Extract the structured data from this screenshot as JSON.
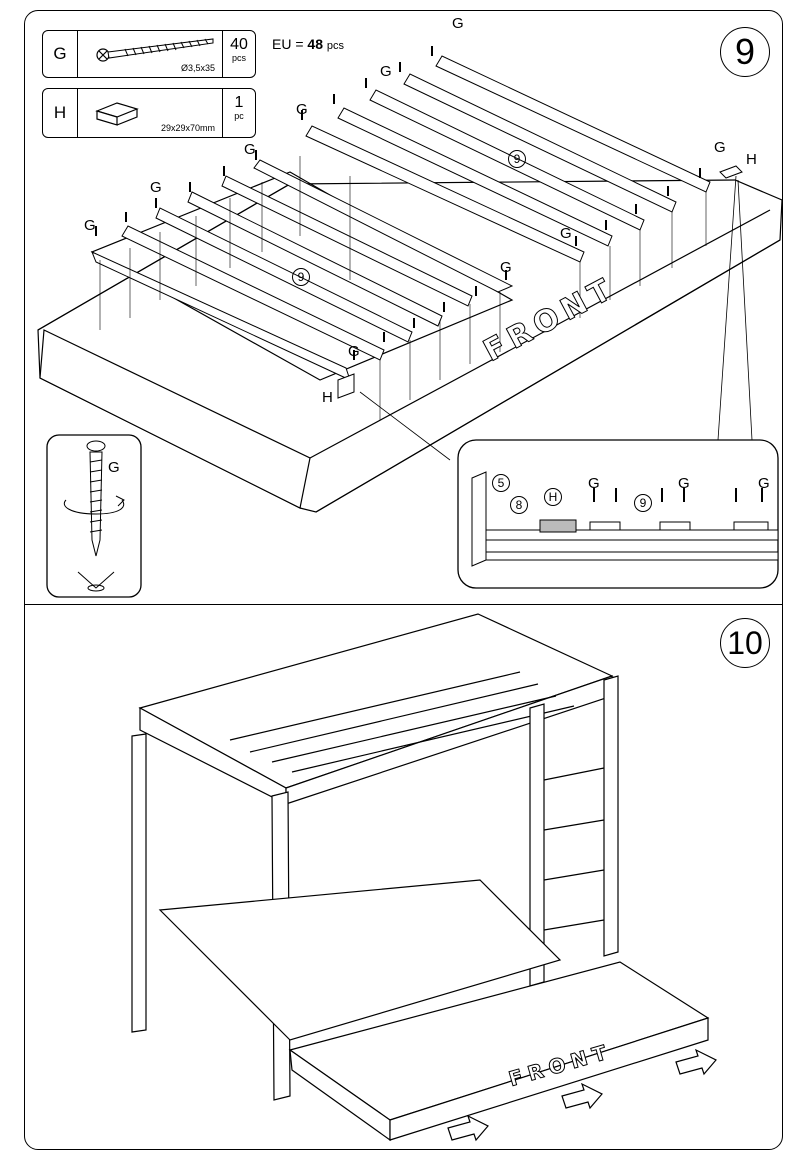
{
  "parts": [
    {
      "letter": "G",
      "size": "Ø3,5x35",
      "qty": "40",
      "unit": "pcs",
      "icon": "screw-icon"
    },
    {
      "letter": "H",
      "size": "29x29x70mm",
      "qty": "1",
      "unit": "pc",
      "icon": "block-icon"
    }
  ],
  "eu": {
    "prefix": "EU = ",
    "count": "48",
    "unit": "pcs"
  },
  "steps": {
    "step9": "9",
    "step10": "10"
  },
  "labels": {
    "screw": "G",
    "block": "H",
    "slat": "9",
    "rail": "5",
    "rail2": "8",
    "front": "FRONT"
  }
}
